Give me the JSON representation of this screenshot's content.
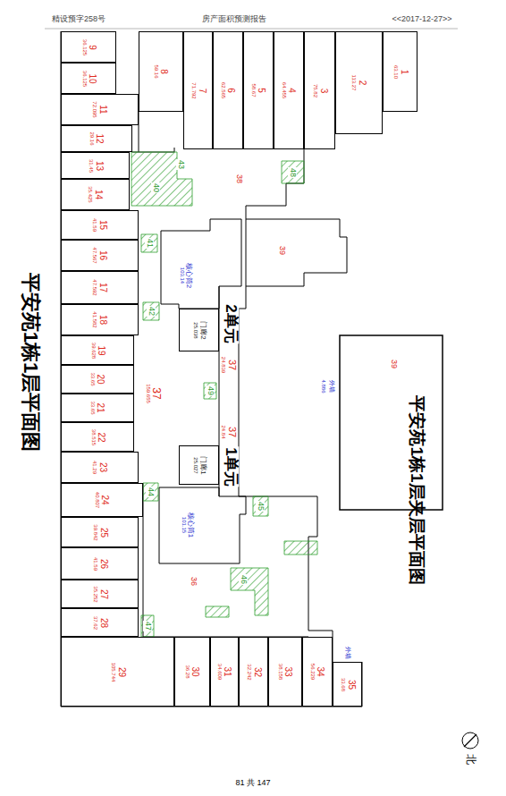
{
  "diagram": {
    "nodes": [
      {
        "text": [
          "1",
          "63.10"
        ]
      },
      {
        "text": [
          "2",
          "113.27"
        ]
      },
      {
        "text": [
          "3",
          "75.82"
        ]
      },
      {
        "text": [
          "4",
          "64.455"
        ]
      },
      {
        "text": [
          "5",
          "58.67"
        ]
      },
      {
        "text": [
          "6",
          "62.565"
        ]
      },
      {
        "text": [
          "7",
          "71.792"
        ]
      },
      {
        "text": [
          "8",
          "59.16"
        ]
      },
      {
        "text": [
          "9",
          "36.125"
        ]
      },
      {
        "text": [
          "10",
          "36.125"
        ]
      },
      {
        "text": [
          "11",
          "72.095"
        ]
      },
      {
        "text": [
          "12",
          "29.16"
        ]
      },
      {
        "text": [
          "13",
          "31.45"
        ]
      },
      {
        "text": [
          "14",
          "35.425"
        ]
      },
      {
        "text": [
          "15",
          "41.59"
        ]
      },
      {
        "text": [
          "16",
          "47.567"
        ]
      },
      {
        "text": [
          "17",
          "47.592"
        ]
      },
      {
        "text": [
          "18",
          "41.582"
        ]
      },
      {
        "text": [
          "19",
          "39.628"
        ]
      },
      {
        "text": [
          "20",
          "33.65"
        ]
      },
      {
        "text": [
          "21",
          "33.65"
        ]
      },
      {
        "text": [
          "22",
          "38.515"
        ]
      },
      {
        "text": [
          "23",
          "41.29"
        ]
      },
      {
        "text": [
          "24",
          "40.807"
        ]
      },
      {
        "text": [
          "25",
          "39.842"
        ]
      },
      {
        "text": [
          "26",
          "41.59"
        ]
      },
      {
        "text": [
          "27",
          "35.252"
        ]
      },
      {
        "text": [
          "28",
          "37.62"
        ]
      },
      {
        "text": [
          "29",
          "105.744"
        ]
      },
      {
        "text": [
          "30",
          "36.28"
        ]
      },
      {
        "text": [
          "31",
          "34.609"
        ]
      },
      {
        "text": [
          "32",
          "32.242"
        ]
      },
      {
        "text": [
          "33",
          "38.158"
        ]
      },
      {
        "text": [
          "34",
          "56.229"
        ]
      },
      {
        "text": [
          "35",
          "33.68"
        ]
      },
      {
        "text": [
          "36"
        ]
      },
      {
        "text": [
          "37",
          "159.655"
        ]
      },
      {
        "text": [
          "37",
          "24.839"
        ]
      },
      {
        "text": [
          "37",
          "24.84"
        ]
      },
      {
        "text": [
          "38"
        ]
      },
      {
        "text": [
          "39"
        ]
      },
      {
        "text": [
          "核心筒2",
          "103.14"
        ]
      },
      {
        "text": [
          "门廊2",
          "25.038"
        ]
      },
      {
        "text": [
          "门廊1",
          "25.027"
        ]
      },
      {
        "text": [
          "核心筒1",
          "101.15"
        ]
      },
      {
        "text": [
          "39"
        ]
      }
    ],
    "labels": [
      "精设预字258号",
      "房产面积预测报告",
      "<<2017-12-27>>",
      "平安苑1栋1层平面图",
      "2单元",
      "1单元",
      "平安苑1栋1层夹层平面图",
      "外墙",
      "4.886",
      "外墙",
      "81 共 147",
      "北",
      "40",
      "43",
      "41",
      "42",
      "48",
      "49",
      "44",
      "45",
      "46",
      "47"
    ]
  }
}
